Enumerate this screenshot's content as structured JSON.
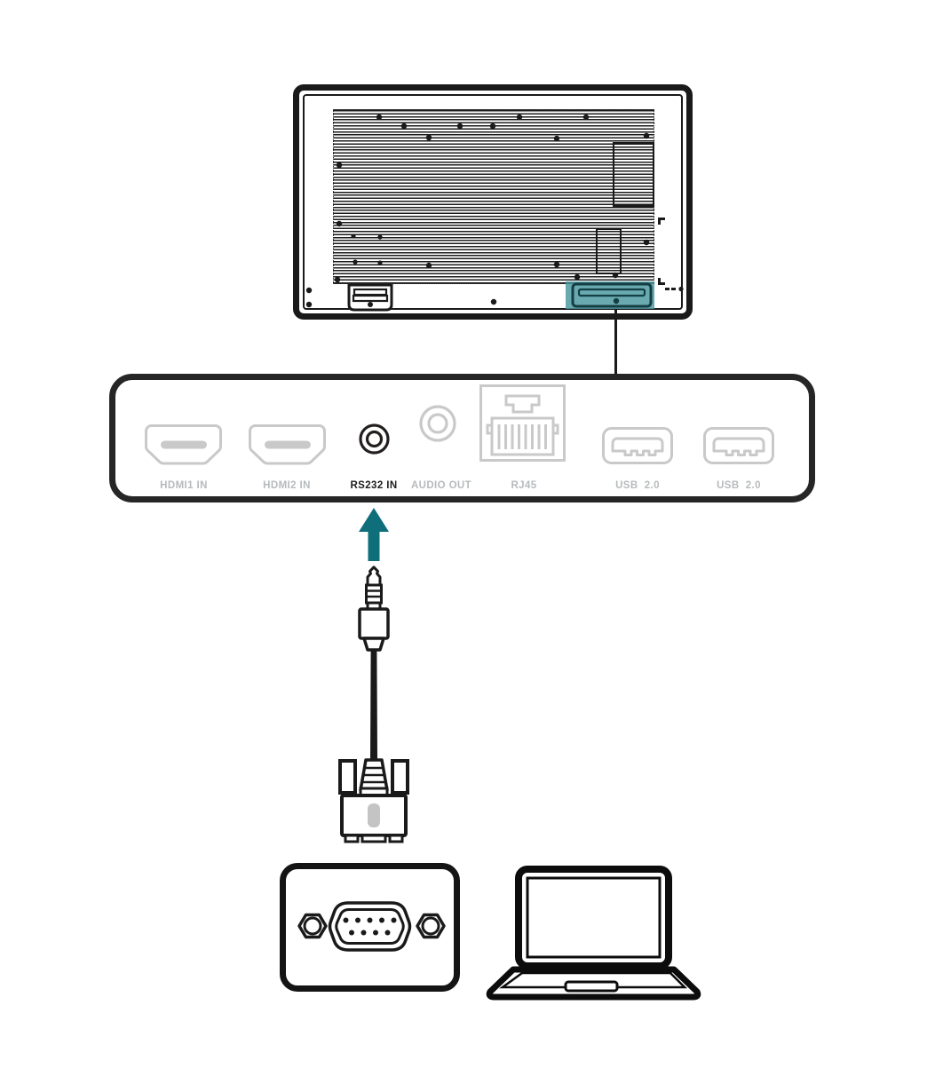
{
  "diagram_type": "rs232-connection-diagram",
  "display": {
    "name": "display-back-panel",
    "highlighted_area": "port-cover-bottom-right",
    "highlight_color": "#48969E"
  },
  "panel": {
    "name": "rear-port-strip",
    "ports": [
      {
        "name": "hdmi1-port",
        "icon": "hdmi-port-icon",
        "label": "HDMI1 IN",
        "active": false
      },
      {
        "name": "hdmi2-port",
        "icon": "hdmi-port-icon",
        "label": "HDMI2 IN",
        "active": false
      },
      {
        "name": "rs232-port",
        "icon": "jack-socket-icon",
        "label": "RS232 IN",
        "active": true
      },
      {
        "name": "audio-port",
        "icon": "jack-socket-icon",
        "label": "AUDIO OUT",
        "active": false
      },
      {
        "name": "rj45-port",
        "icon": "ethernet-port-icon",
        "label": "RJ45",
        "active": false
      },
      {
        "name": "usb1-port",
        "icon": "usb-port-icon",
        "label": "USB  2.0",
        "active": false
      },
      {
        "name": "usb2-port",
        "icon": "usb-port-icon",
        "label": "USB  2.0",
        "active": false
      }
    ]
  },
  "connection": {
    "arrow_color": "#0E6F7B",
    "cable": "3.5mm-jack-to-db9-serial",
    "source_device": "laptop",
    "target_port": "RS232 IN"
  },
  "colors": {
    "outline_dark": "#1a1a1a",
    "port_gray": "#c9c9c9",
    "label_gray": "#b7babc",
    "teal_arrow": "#0E6F7B",
    "teal_highlight": "#48969E"
  }
}
